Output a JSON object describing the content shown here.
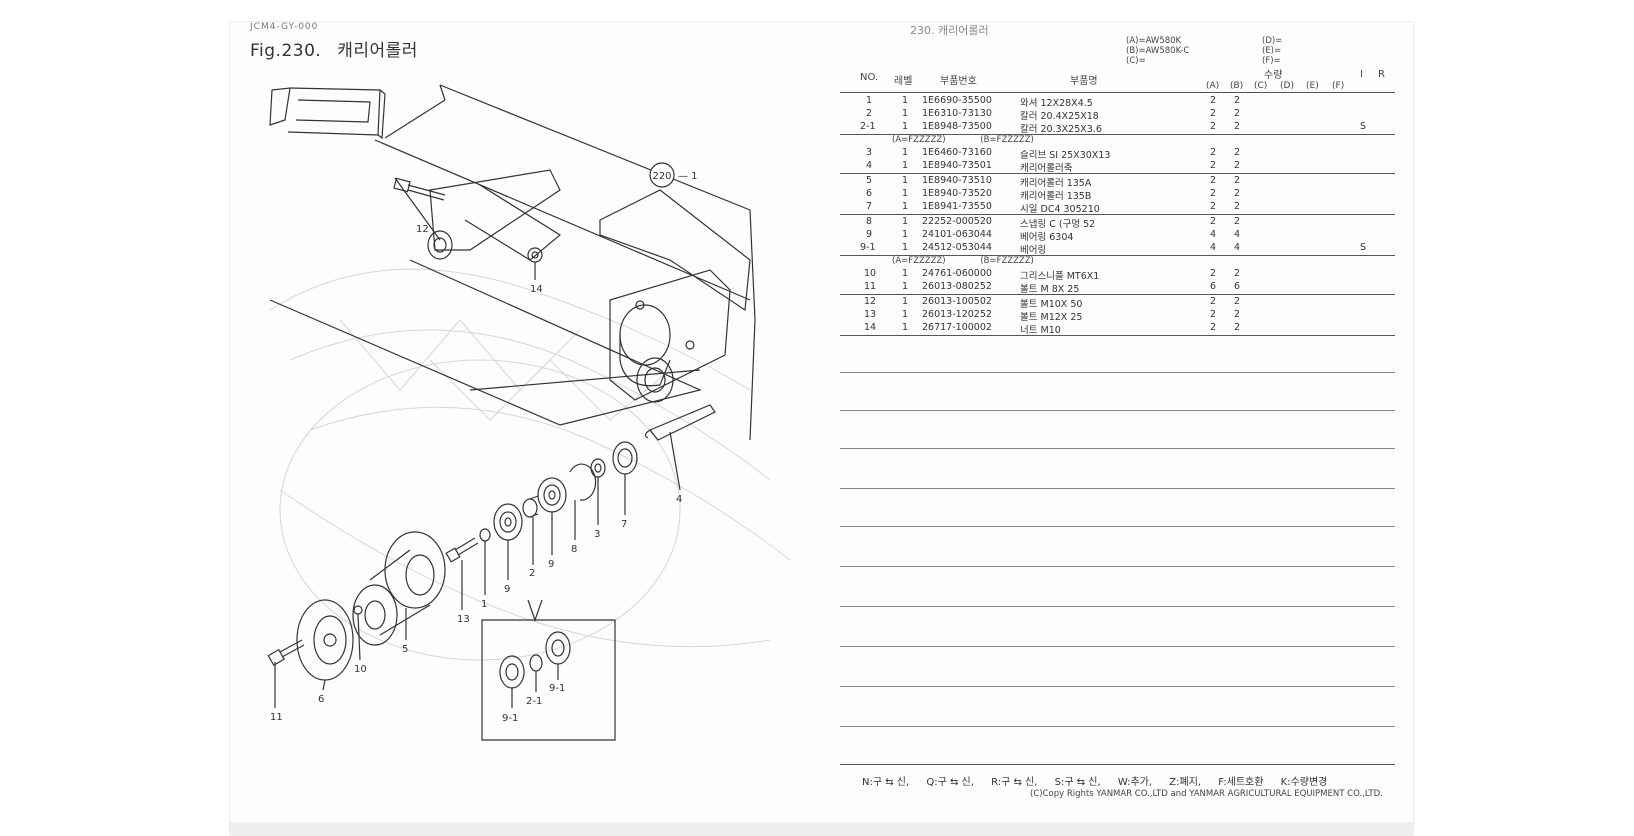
{
  "header": {
    "top_line": "JCM4-GY-000",
    "figure_number": "Fig.230.",
    "figure_title": "캐리어롤러",
    "right_title_partial": "230. 캐리어롤러"
  },
  "callouts": {
    "ref_circle": "220",
    "ref_dash": "— 1",
    "labels": [
      "12",
      "14",
      "4",
      "7",
      "3",
      "8",
      "2",
      "9",
      "1",
      "9",
      "13",
      "5",
      "10",
      "6",
      "11",
      "2-1",
      "9-1",
      "9-1"
    ]
  },
  "model_notes": {
    "a": "(A)=AW580K",
    "b": "(B)=AW580K-C",
    "c": "(C)=",
    "d": "(D)=",
    "e": "(E)=",
    "f": "(F)="
  },
  "table": {
    "headers": {
      "no": "NO.",
      "level": "레벨",
      "part_no": "부품번호",
      "part_name": "부품명",
      "qty": "수량",
      "a": "(A)",
      "b": "(B)",
      "c": "(C)",
      "d": "(D)",
      "e": "(E)",
      "f": "(F)",
      "i": "I",
      "r": "R"
    },
    "rows": [
      {
        "no": "1",
        "lv": "1",
        "pn": "1E6690-35500",
        "name": "와셔 12X28X4.5",
        "a": "2",
        "b": "2",
        "ir": ""
      },
      {
        "no": "2",
        "lv": "1",
        "pn": "1E6310-73130",
        "name": "칼러 20.4X25X18",
        "a": "2",
        "b": "2",
        "ir": ""
      },
      {
        "no": "2-1",
        "lv": "1",
        "pn": "1E8948-73500",
        "name": "칼러 20.3X25X3.6",
        "a": "2",
        "b": "2",
        "ir": "S"
      },
      {
        "no": "3",
        "lv": "1",
        "pn": "1E6460-73160",
        "name": "슬리브 SI 25X30X13",
        "a": "2",
        "b": "2",
        "ir": ""
      },
      {
        "no": "4",
        "lv": "1",
        "pn": "1E8940-73501",
        "name": "캐리어롤러축",
        "a": "2",
        "b": "2",
        "ir": ""
      },
      {
        "no": "5",
        "lv": "1",
        "pn": "1E8940-73510",
        "name": "캐리어롤러 135A",
        "a": "2",
        "b": "2",
        "ir": ""
      },
      {
        "no": "6",
        "lv": "1",
        "pn": "1E8940-73520",
        "name": "캐리어롤러 135B",
        "a": "2",
        "b": "2",
        "ir": ""
      },
      {
        "no": "7",
        "lv": "1",
        "pn": "1E8941-73550",
        "name": "시일 DC4 305210",
        "a": "2",
        "b": "2",
        "ir": ""
      },
      {
        "no": "8",
        "lv": "1",
        "pn": "22252-000520",
        "name": "스냅링 C (구멍 52",
        "a": "2",
        "b": "2",
        "ir": ""
      },
      {
        "no": "9",
        "lv": "1",
        "pn": "24101-063044",
        "name": "베어링 6304",
        "a": "4",
        "b": "4",
        "ir": ""
      },
      {
        "no": "9-1",
        "lv": "1",
        "pn": "24512-053044",
        "name": "베어링",
        "a": "4",
        "b": "4",
        "ir": "S"
      },
      {
        "no": "10",
        "lv": "1",
        "pn": "24761-060000",
        "name": "그리스니플 MT6X1",
        "a": "2",
        "b": "2",
        "ir": ""
      },
      {
        "no": "11",
        "lv": "1",
        "pn": "26013-080252",
        "name": "볼트 M 8X 25",
        "a": "6",
        "b": "6",
        "ir": ""
      },
      {
        "no": "12",
        "lv": "1",
        "pn": "26013-100502",
        "name": "볼트 M10X 50",
        "a": "2",
        "b": "2",
        "ir": ""
      },
      {
        "no": "13",
        "lv": "1",
        "pn": "26013-120252",
        "name": "볼트 M12X 25",
        "a": "2",
        "b": "2",
        "ir": ""
      },
      {
        "no": "14",
        "lv": "1",
        "pn": "26717-100002",
        "name": "너트 M10",
        "a": "2",
        "b": "2",
        "ir": ""
      }
    ],
    "serial_note_1": {
      "a": "(A=FZZZZZ)",
      "b": "(B=FZZZZZ)"
    },
    "serial_note_2": {
      "a": "(A=FZZZZZ)",
      "b": "(B=FZZZZZ)"
    }
  },
  "legend": {
    "n": "N:구 ⇆ 신,",
    "q": "Q:구 ⇆ 신,",
    "r": "R:구 ⇆ 신,",
    "s": "S:구 ⇆ 신,",
    "w": "W:추가,",
    "z": "Z:폐지,",
    "f": "F:세트호환",
    "k": "K:수량변경"
  },
  "copyright": "(C)Copy Rights  YANMAR CO.,LTD and YANMAR AGRICULTURAL EQUIPMENT CO.,LTD."
}
